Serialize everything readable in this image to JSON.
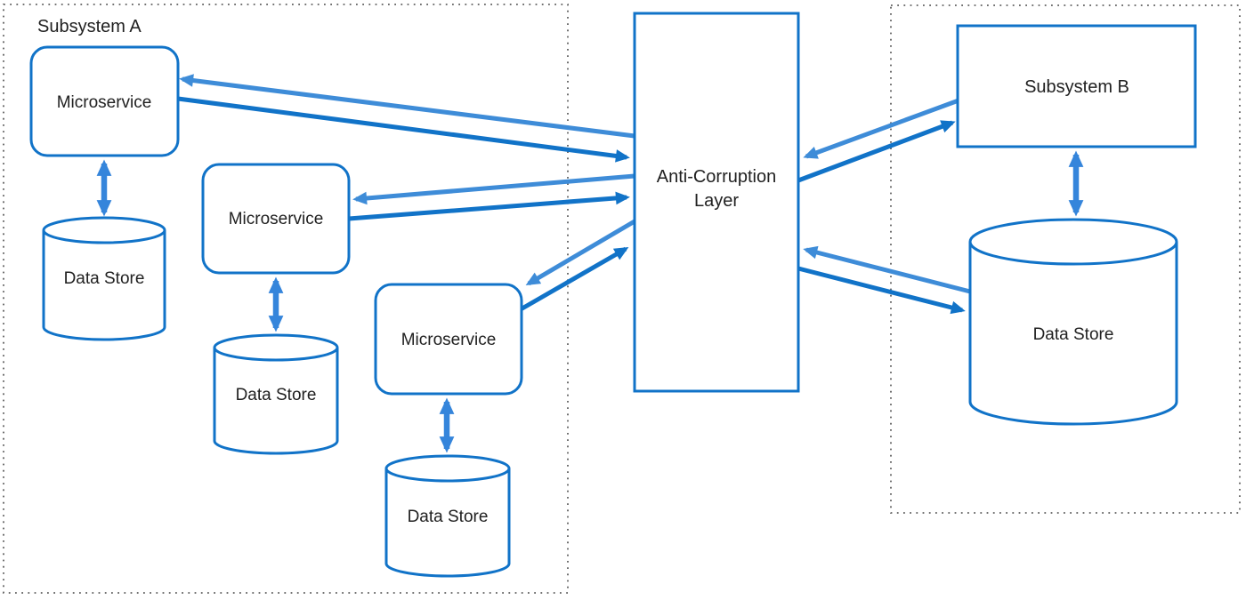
{
  "subsystem_a": {
    "label": "Subsystem A",
    "microservices": [
      {
        "label": "Microservice",
        "data_store": {
          "label": "Data Store"
        }
      },
      {
        "label": "Microservice",
        "data_store": {
          "label": "Data Store"
        }
      },
      {
        "label": "Microservice",
        "data_store": {
          "label": "Data Store"
        }
      }
    ]
  },
  "anti_corruption_layer": {
    "label_line1": "Anti-Corruption",
    "label_line2": "Layer"
  },
  "subsystem_b": {
    "label": "Subsystem B",
    "data_store": {
      "label": "Data Store"
    }
  },
  "colors": {
    "node_stroke": "#1173C8",
    "arrow_dark": "#1173C8",
    "arrow_light": "#3E8CD8",
    "arrow_vertical": "#3585DB",
    "boundary_dotted": "#5F5F5F",
    "text": "#212121",
    "background": "#FFFFFF"
  },
  "connections": [
    {
      "from": "Anti-Corruption Layer",
      "to": "Microservice 1",
      "direction": "one-way",
      "style": "light"
    },
    {
      "from": "Microservice 1",
      "to": "Anti-Corruption Layer",
      "direction": "one-way",
      "style": "dark"
    },
    {
      "from": "Anti-Corruption Layer",
      "to": "Microservice 2",
      "direction": "one-way",
      "style": "light"
    },
    {
      "from": "Microservice 2",
      "to": "Anti-Corruption Layer",
      "direction": "one-way",
      "style": "dark"
    },
    {
      "from": "Anti-Corruption Layer",
      "to": "Microservice 3",
      "direction": "one-way",
      "style": "light"
    },
    {
      "from": "Microservice 3",
      "to": "Anti-Corruption Layer",
      "direction": "one-way",
      "style": "dark"
    },
    {
      "from": "Subsystem B",
      "to": "Anti-Corruption Layer",
      "direction": "one-way",
      "style": "light"
    },
    {
      "from": "Anti-Corruption Layer",
      "to": "Subsystem B",
      "direction": "one-way",
      "style": "dark"
    },
    {
      "from": "Data Store B",
      "to": "Anti-Corruption Layer",
      "direction": "one-way",
      "style": "light"
    },
    {
      "from": "Anti-Corruption Layer",
      "to": "Data Store B",
      "direction": "one-way",
      "style": "dark"
    },
    {
      "from": "Microservice 1",
      "to": "Data Store 1",
      "direction": "two-way",
      "style": "vertical"
    },
    {
      "from": "Microservice 2",
      "to": "Data Store 2",
      "direction": "two-way",
      "style": "vertical"
    },
    {
      "from": "Microservice 3",
      "to": "Data Store 3",
      "direction": "two-way",
      "style": "vertical"
    },
    {
      "from": "Subsystem B",
      "to": "Data Store B",
      "direction": "two-way",
      "style": "vertical"
    }
  ]
}
